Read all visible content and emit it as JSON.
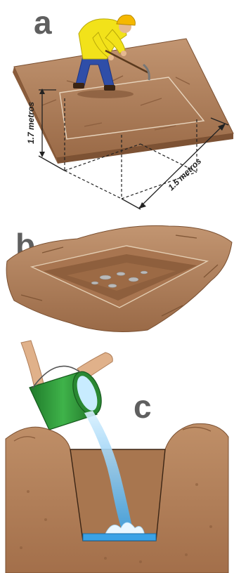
{
  "panels": {
    "a": {
      "letter": "a",
      "height_label": "1.7 metros",
      "width_label": "1.5 metros"
    },
    "b": {
      "letter": "b"
    },
    "c": {
      "letter": "c"
    }
  },
  "colors": {
    "soil_light": "#b58a63",
    "soil_dark": "#8c5e3c",
    "shirt": "#f2e21a",
    "jeans": "#2f4ea8",
    "bucket": "#2f9a3a",
    "water": "#4fb0e8",
    "letter": "#5f5f5f"
  }
}
